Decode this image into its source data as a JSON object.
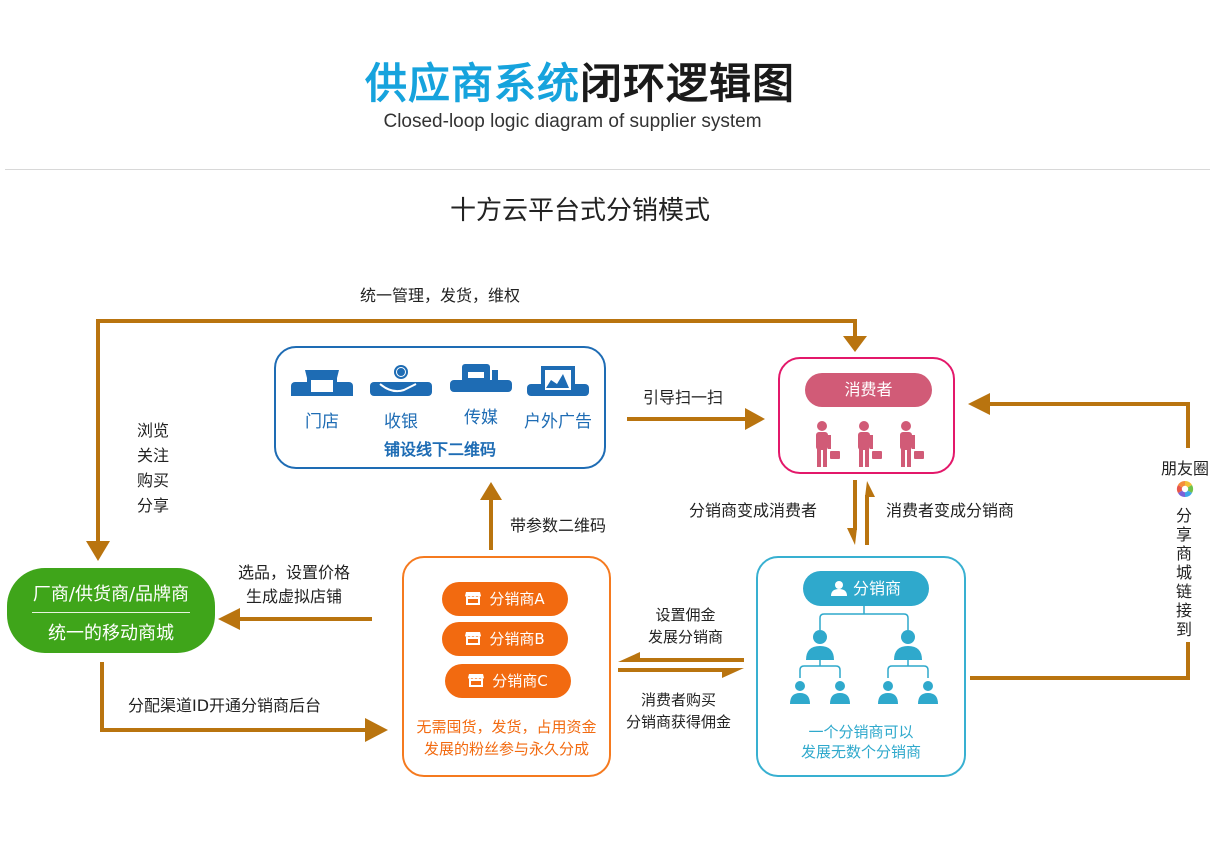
{
  "header": {
    "title_highlight": "供应商系统",
    "title_rest": "闭环逻辑图",
    "subtitle": "Closed-loop logic diagram of supplier system",
    "section_title": "十方云平台式分销模式"
  },
  "colors": {
    "title_blue": "#16a3dd",
    "arrow": "#b9740f",
    "qr_blue": "#1e6cb4",
    "consumer_pink": "#e3186a",
    "consumer_pill": "#d15b77",
    "distributor_cyan": "#2fa9cc",
    "sub_orange": "#f26a10",
    "mall_green": "#3fa51a"
  },
  "qr_box": {
    "items": [
      {
        "icon": "storefront-icon",
        "label": "门店"
      },
      {
        "icon": "cashier-hand-coin-icon",
        "label": "收银"
      },
      {
        "icon": "camera-media-icon",
        "label": "传媒"
      },
      {
        "icon": "billboard-icon",
        "label": "户外广告"
      }
    ],
    "caption": "铺设线下二维码"
  },
  "consumer_box": {
    "title": "消费者",
    "icon": "shopper-with-basket-icon",
    "count": 3
  },
  "distributor_box": {
    "title": "分销商",
    "text_line1": "一个分销商可以",
    "text_line2": "发展无数个分销商"
  },
  "sub_distributor_box": {
    "pills": [
      "分销商A",
      "分销商B",
      "分销商C"
    ],
    "text_line1": "无需囤货，发货，占用资金",
    "text_line2": "发展的粉丝参与永久分成"
  },
  "mall": {
    "line1": "厂商/供货商/品牌商",
    "line2": "统一的移动商城"
  },
  "labels": {
    "top_loop": "统一管理，发货，维权",
    "left_actions": [
      "浏览",
      "关注",
      "购买",
      "分享"
    ],
    "scan": "引导扫一扫",
    "qr_param": "带参数二维码",
    "dist_to_consumer": "分销商变成消费者",
    "consumer_to_dist": "消费者变成分销商",
    "select_line1": "选品，设置价格",
    "select_line2": "生成虚拟店铺",
    "assign_channel": "分配渠道ID开通分销商后台",
    "commission_line1": "设置佣金",
    "commission_line2": "发展分销商",
    "purchase_line1": "消费者购买",
    "purchase_line2": "分销商获得佣金",
    "moments": "朋友圈",
    "share_vertical": [
      "分",
      "享",
      "商",
      "城",
      "链",
      "接",
      "到"
    ]
  }
}
